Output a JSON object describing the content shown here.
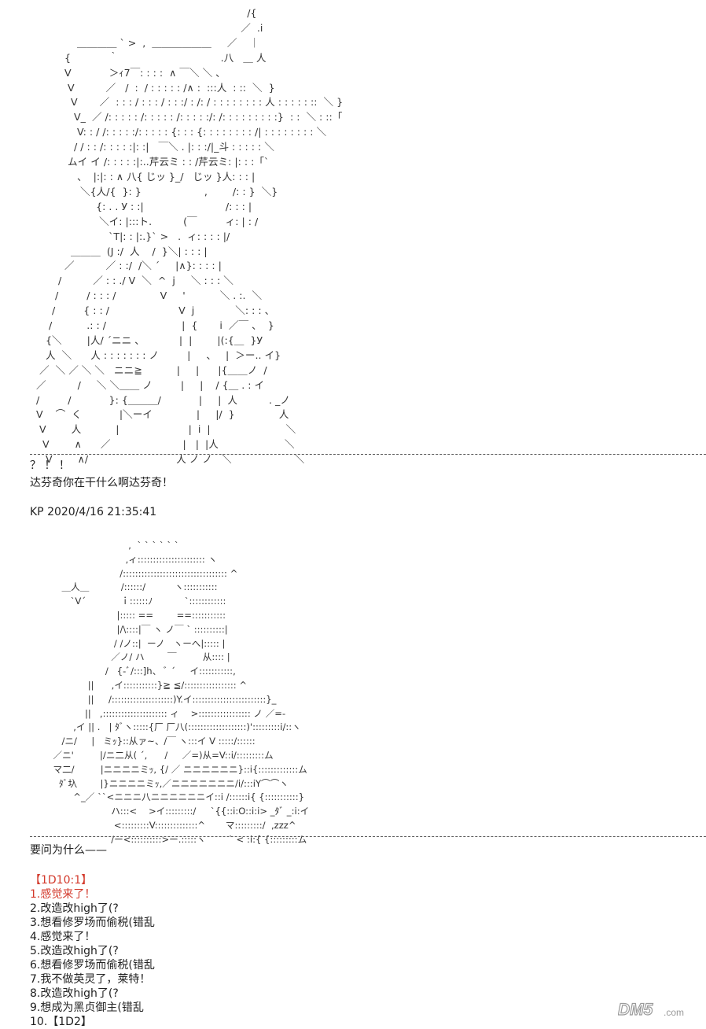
{
  "ascii_art_top": [
    "                                                                     /{",
    "                                                                   ／  .i",
    "               ＿＿＿＿ ` >  ,  ＿＿＿＿＿＿     ／    ｜",
    "           {            ｀ 　　　　　　　　　　.八   ＿ 人",
    "           V            ＞ｨ7￣: : : :  ∧ ￣＼ ＼ 、",
    "            V          ／   /  :  / : : : : : /∧ :  :::人  : ::  ＼  }",
    "             V       ／  : : : / : : : / : : :/ : /: / : : : : : : : : 人 : : : : : ::  ＼ }",
    "              V_  ／ /: : : : : /: : : : : /: : : : :/: /: : : : : : : : :}  : :  ＼ : ::「",
    "               V: : / /: : : : :/: : : : : {: : : {: : : : : : : : /| : : : : : : : : ＼",
    "              / / : : /: : : : :|: :|   ￣＼ . |: : :/|_斗 : : : : : ＼",
    "            ムイ イ /: : : : :|:..芹云ミ : : /芹云ミ: |: : :「`",
    "               、  |:|: : ∧ 八{ じッ }_/   じッ }人: : : |",
    "                ＼{人/{  }: }                    ,        /: : }  ＼}",
    "                     {: . . У : :|                          /: : : |",
    "                      ＼イ: |:::ト.          (￣         ィ: | : /",
    "                         `T|: : |:.}` >   .  ィ: : : : |/",
    "             ＿＿＿  (J :/  人    /  }＼| : : : |",
    "           ／          ／ : :/  /＼ ´     |∧}: : : : |",
    "         /          ／ : : ./ V  ＼  ^  j     ＼ : : : ＼",
    "        /         / : : : /              V     '           ＼ . :.  ＼",
    "       /         { : : /                      V  j             ＼: : : 、",
    "      /           .: : /                        |  {       i  ／￣ 、  }",
    "     {＼        |人/ ´ニニ 、           |  |        |(:{＿  }У",
    "     人  ＼      人 : : : : : : : ノ         |     、   |  ＞ー.. イ}",
    "   ／  ＼ ／ ＼ ＼   ニニ≧           |     |      |{＿＿ノ  /",
    "  ／          /     ＼ ＼＿＿ ノ         |     |    / {＿ . : イ",
    "  /         /            }: {＿＿＿/            |     |  人          . _ノ",
    "  V    ⌒  く            |＼ーイ              |     |/  }              人",
    "   V        人           |                      |  i  |                        ＼",
    "    V        ∧      ／                       |   |  |人                     ＼",
    "     V        ∧/                            人 ノ ノ   ＼                    ＼"
  ],
  "exclaim": "？ ！ ！",
  "shout": "达芬奇你在干什么啊达芬奇！",
  "kp_stamp": "KP 2020/4/16 21:35:41",
  "ascii_art_bottom": [
    "                                  ,  ` ` ` ` ` `",
    "                                 ,ィ:::::::::::::::::::::: ヽ",
    "                               /:::::::::::::::::::::::::::::::::: ^",
    "           ＿人＿           /::::::/          ヽ:::::::::::",
    "              `V´            ｉ::::::ﾉ           `::::::::::::",
    "                              |::::: ==        ==:::::::::::",
    "                              |/\\::::|￣ ヽ ノ￣ ` ::::::::::|",
    "                             / /ノ::|  ーノ   ヽーへ|::::: |",
    "                            ／ノ/ ハ        ￣         从:::: |",
    "                          /   {-ﾞ/:::]h、 ﾞ ´     イ:::::::::::, ",
    "                    ||      ,イ:::::::::::}≧ ≦/::::::::::::::::: ^",
    "                    ||     /::::::::::::::::::::)Y.イ::::::::::::::::::::::::}_",
    "                   ||   ,::::::::::::::::::::: ィ    >::::::::::::::::: ノ ／=-",
    "               ,イ || .   | ﾀﾞヽ:::::{厂 厂八(:::::::::::::::::::)':::::::::i/::ヽ",
    "           /ニ/     |   ミｯ}::从ァ~、/￣ ヽ:::イ V :::::/::::::",
    "        ／ニ'         |/ニ二从( ´,      /     ／=)从=V::i/:::::::::ム",
    "        マ二/         |ニニニニミｯ, {/ ／ ニニニニニニ}::i{:::::::::::::ム",
    "          ﾀﾞ圦        |}ニニニニミｯ,／ニニニニニニニ/i/:::iY⌒⌒ヽ",
    "               ^_／ ``<ニニニ八ニニニニニニイ::i /::::::i{ {:::::::::::}",
    "                            ハ:::<    >イ:::::::::/     `{{::i:O::i:i> _ﾀﾞ _:i:イ",
    "                             <:::::::::V::::::::::::::^       マ:::::::::/  ,zzz^",
    "                            /ー<::::::::::>ー.:::::ヽ        ` < :i:{ {:::::::::ム"
  ],
  "question": "要问为什么——",
  "roll_header": "【1D10:1】",
  "rolls": [
    "1.感觉来了！",
    "2.改造改high了(?",
    "3.想看修罗场而偷税(错乱",
    "4.感觉来了！",
    "5.改造改high了(?",
    "6.想看修罗场而偷税(错乱",
    "7.我不做英灵了，莱特！",
    "8.改造改high了(?",
    "9.想成为黑贞御主(错乱",
    "10.【1D2】"
  ],
  "watermark": {
    "main": "DM5",
    "suffix": ".com",
    "color": "#9a9a9a"
  }
}
